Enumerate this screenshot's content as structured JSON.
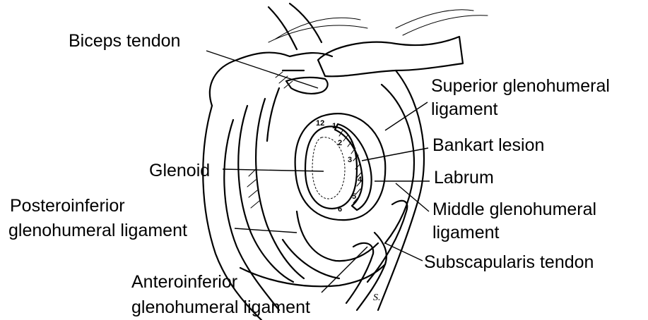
{
  "labels": {
    "biceps_tendon": "Biceps tendon",
    "superior_glenohumeral_ligament": [
      "Superior glenohumeral",
      "ligament"
    ],
    "bankart_lesion": "Bankart lesion",
    "glenoid": "Glenoid",
    "labrum": "Labrum",
    "posteroinferior_glenohumeral_ligament": [
      "Posteroinferior",
      "glenohumeral ligament"
    ],
    "middle_glenohumeral_ligament": [
      "Middle glenohumeral",
      "ligament"
    ],
    "subscapularis_tendon": "Subscapularis tendon",
    "anteroinferior_glenohumeral_ligament": [
      "Anteroinferior",
      "glenohumeral ligament"
    ]
  },
  "clock_positions": [
    "12",
    "1",
    "2",
    "3",
    "4",
    "5",
    "6"
  ],
  "signature": "S."
}
